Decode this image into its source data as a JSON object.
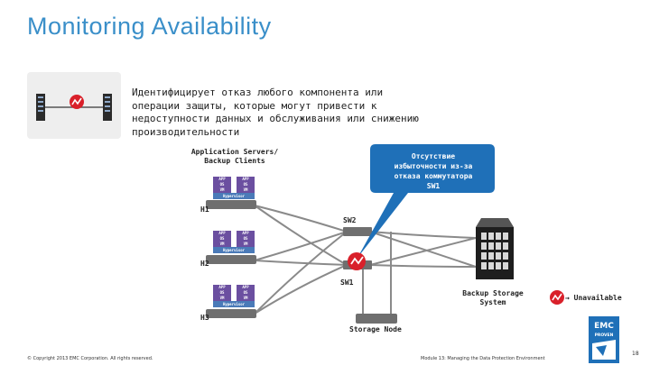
{
  "slide": {
    "title": "Monitoring Availability",
    "intro": "Идентифицирует отказ любого компонента или операции защиты, которые могут привести к недоступности данных и обслуживания или снижению производительности"
  },
  "diagram": {
    "app_servers_label_line1": "Application Servers/",
    "app_servers_label_line2": "Backup Clients",
    "callout": [
      "Отсутствие",
      "избыточности из-за",
      "отказа коммутатора",
      "SW1"
    ],
    "vm_app": "APP",
    "vm_os": "OS",
    "vm_vm": "VM",
    "hypervisor": "Hypervisor",
    "hosts": [
      "H1",
      "H2",
      "H3"
    ],
    "sw2": "SW2",
    "sw1": "SW1",
    "backup_storage_line1": "Backup Storage",
    "backup_storage_line2": "System",
    "storage_node": "Storage Node",
    "legend_label": "Unavailable",
    "legend_arrow": "→",
    "failure_color": "#d9202a",
    "link_color": "#8a8a8a",
    "callout_color": "#1f70b8"
  },
  "footer": {
    "copyright": "© Copyright 2013 EMC Corporation. All rights reserved.",
    "module": "Module 13: Managing the Data Protection Environment",
    "page": "18"
  },
  "logo": {
    "brand": "EMC",
    "sub": "PROVEN"
  }
}
